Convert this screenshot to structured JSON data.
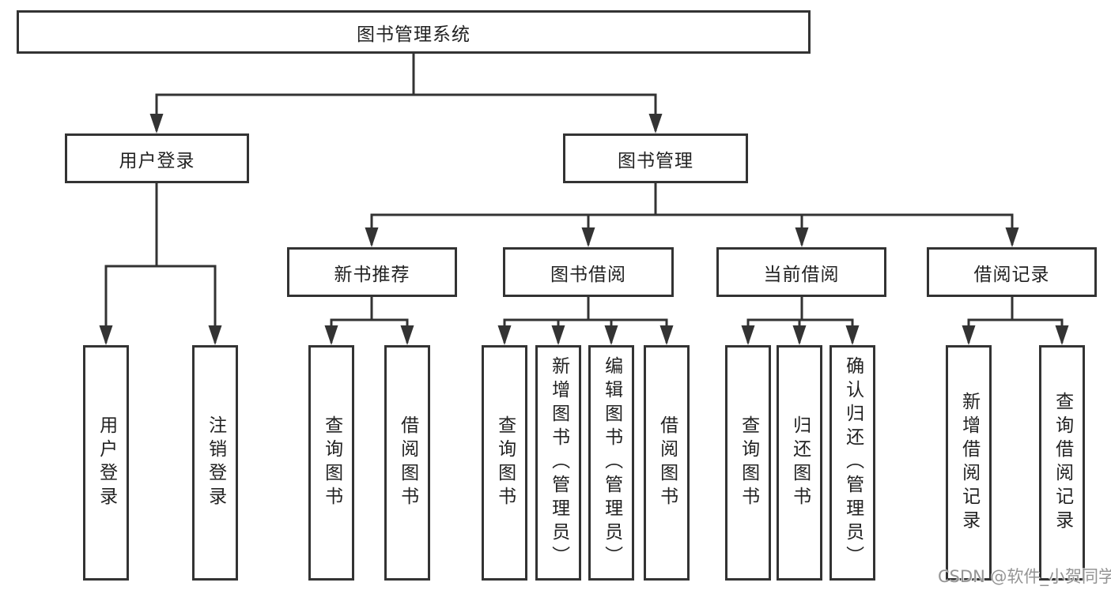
{
  "colors": {
    "line": "#333333",
    "border": "#333333",
    "text": "#222222",
    "watermark": "#949494",
    "background": "#ffffff"
  },
  "watermark": {
    "text": "CSDN @软件_小贺同学"
  },
  "tree": {
    "label": "图书管理系统",
    "children": [
      {
        "label": "用户登录",
        "children": [
          {
            "label": "用户登录"
          },
          {
            "label": "注销登录"
          }
        ]
      },
      {
        "label": "图书管理",
        "children": [
          {
            "label": "新书推荐",
            "children": [
              {
                "label": "查询图书"
              },
              {
                "label": "借阅图书"
              }
            ]
          },
          {
            "label": "图书借阅",
            "children": [
              {
                "label": "查询图书"
              },
              {
                "label": "新增图书（管理员）"
              },
              {
                "label": "编辑图书（管理员）"
              },
              {
                "label": "借阅图书"
              }
            ]
          },
          {
            "label": "当前借阅",
            "children": [
              {
                "label": "查询图书"
              },
              {
                "label": "归还图书"
              },
              {
                "label": "确认归还（管理员）"
              }
            ]
          },
          {
            "label": "借阅记录",
            "children": [
              {
                "label": "新增借阅记录"
              },
              {
                "label": "查询借阅记录"
              }
            ]
          }
        ]
      }
    ]
  }
}
